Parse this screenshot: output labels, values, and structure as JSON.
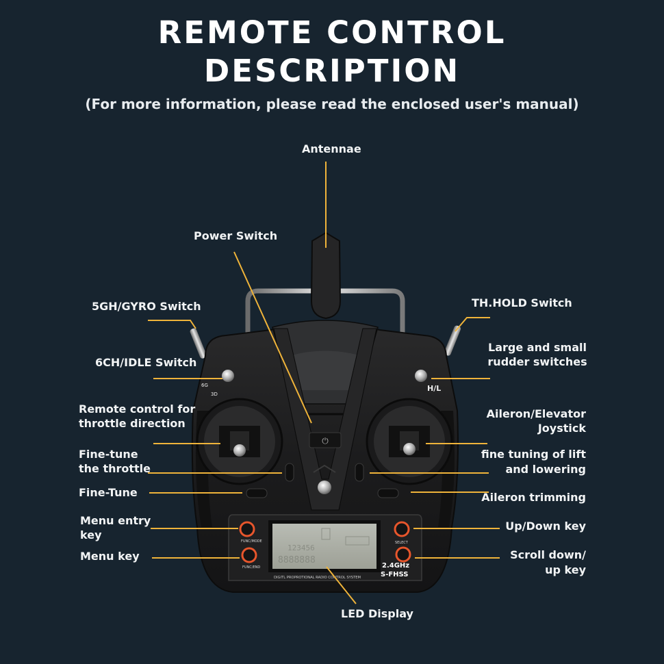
{
  "header": {
    "title_line1": "REMOTE CONTROL",
    "title_line2": "DESCRIPTION",
    "subtitle": "(For more information, please read the enclosed user's manual)"
  },
  "labels": {
    "antennae": "Antennae",
    "power_switch": "Power Switch",
    "gyro_switch": "5GH/GYRO Switch",
    "idle_switch": "6CH/IDLE Switch",
    "throttle_direction_1": "Remote control for",
    "throttle_direction_2": "throttle direction",
    "fine_tune_throttle_1": "Fine-tune",
    "fine_tune_throttle_2": "the throttle",
    "fine_tune": "Fine-Tune",
    "menu_entry_1": "Menu entry",
    "menu_entry_2": "key",
    "menu_key": "Menu key",
    "th_hold": "TH.HOLD Switch",
    "rudder_1": "Large and small",
    "rudder_2": "rudder switches",
    "joystick_1": "Aileron/Elevator",
    "joystick_2": "Joystick",
    "lift_1": "fine tuning of lift",
    "lift_2": "and lowering",
    "aileron_trim": "Aileron trimming",
    "updown": "Up/Down key",
    "scroll_1": "Scroll down/",
    "scroll_2": "up key",
    "led": "LED Display"
  },
  "device": {
    "left_switch_marks": {
      "top": "6G",
      "bottom": "3D"
    },
    "right_switch_mark": "H/L",
    "button_func_mode": "FUNC/MODE",
    "button_func_end": "FUNC/END",
    "button_select": "SELECT",
    "lcd_digits_1": "123456",
    "lcd_digits_2": "8888888",
    "band": "2.4GHz",
    "protocol": "S-FHSS",
    "footer_text": "DIGITL PROPROTIONAL RADIO CONTROL SYSTEM"
  },
  "colors": {
    "background": "#17242f",
    "leader_line": "#f0b43a",
    "button_ring": "#e8562c",
    "body": "#1f1f20"
  }
}
